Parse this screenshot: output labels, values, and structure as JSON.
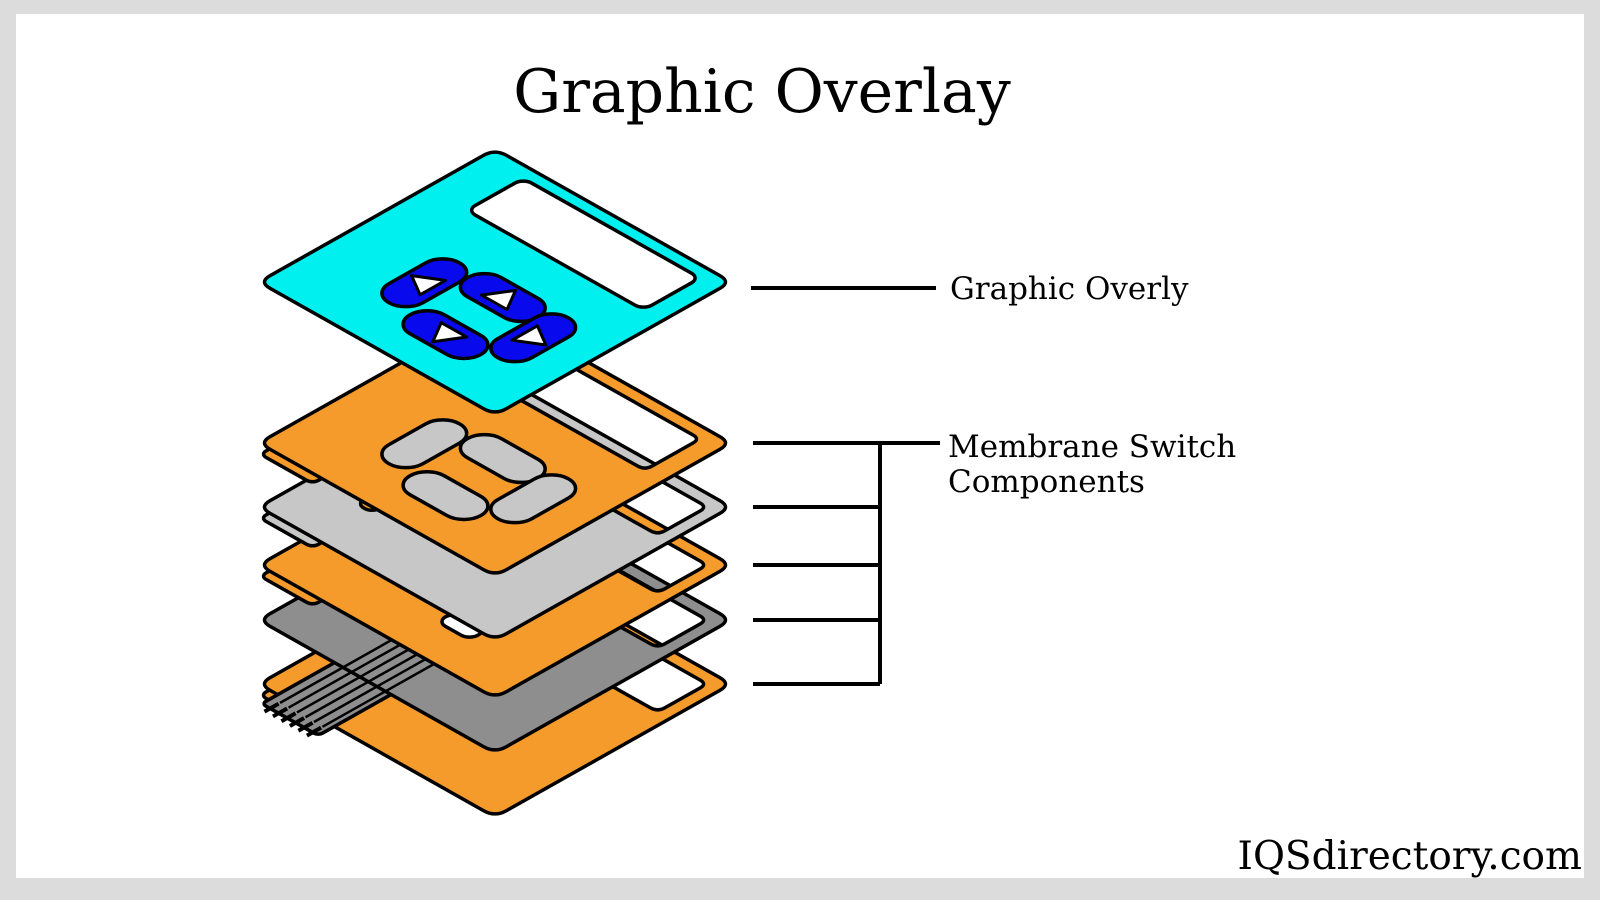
{
  "title": "Graphic Overlay",
  "watermark": "IQSdirectory.com",
  "callouts": {
    "overlay_label": "Graphic Overly",
    "membrane_label_line1": "Membrane Switch",
    "membrane_label_line2": "Components"
  },
  "colors": {
    "frame": "#DCDCDC",
    "canvas": "#FFFFFF",
    "overlay_cyan": "#00F0F0",
    "layer_orange": "#F59B2B",
    "layer_light_gray": "#C7C7C7",
    "layer_dark_gray": "#8E8E8E",
    "button_blue": "#0909EE",
    "window_white": "#FFFFFF",
    "outline_black": "#000000"
  }
}
